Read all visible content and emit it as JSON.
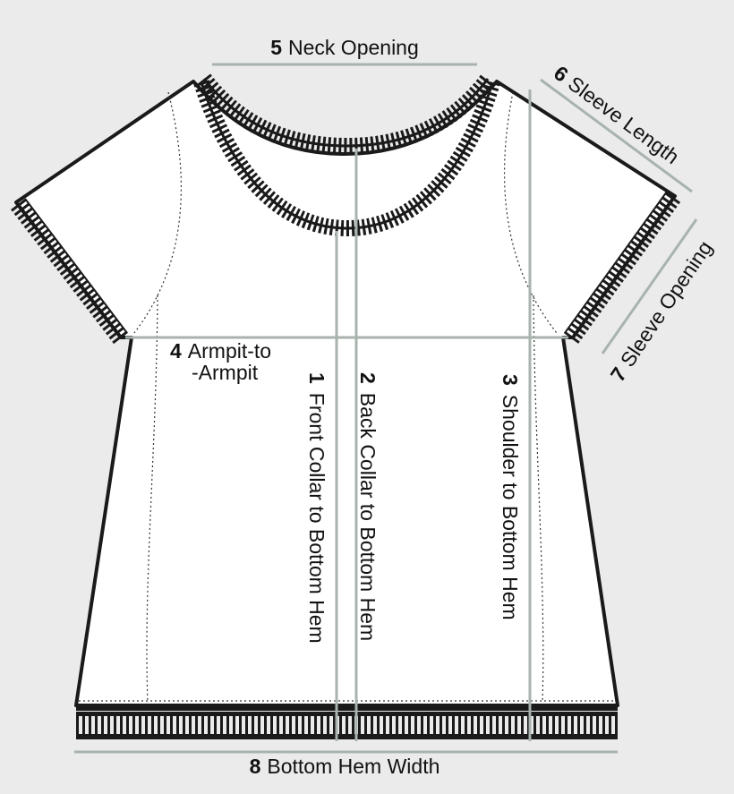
{
  "colors": {
    "background": "#ebebeb",
    "garment_fill": "#ffffff",
    "garment_outline": "#1a1a1a",
    "measure_line": "#a8b3ad",
    "label_text": "#111111"
  },
  "measurements": [
    {
      "number": "1",
      "label": "Front Collar to Bottom Hem"
    },
    {
      "number": "2",
      "label": "Back Collar to Bottom Hem"
    },
    {
      "number": "3",
      "label": "Shoulder to Bottom Hem"
    },
    {
      "number": "4",
      "label": "Armpit-to",
      "label_line2": "-Armpit"
    },
    {
      "number": "5",
      "label": "Neck Opening"
    },
    {
      "number": "6",
      "label": "Sleeve Length"
    },
    {
      "number": "7",
      "label": "Sleeve Opening"
    },
    {
      "number": "8",
      "label": "Bottom Hem Width"
    }
  ]
}
